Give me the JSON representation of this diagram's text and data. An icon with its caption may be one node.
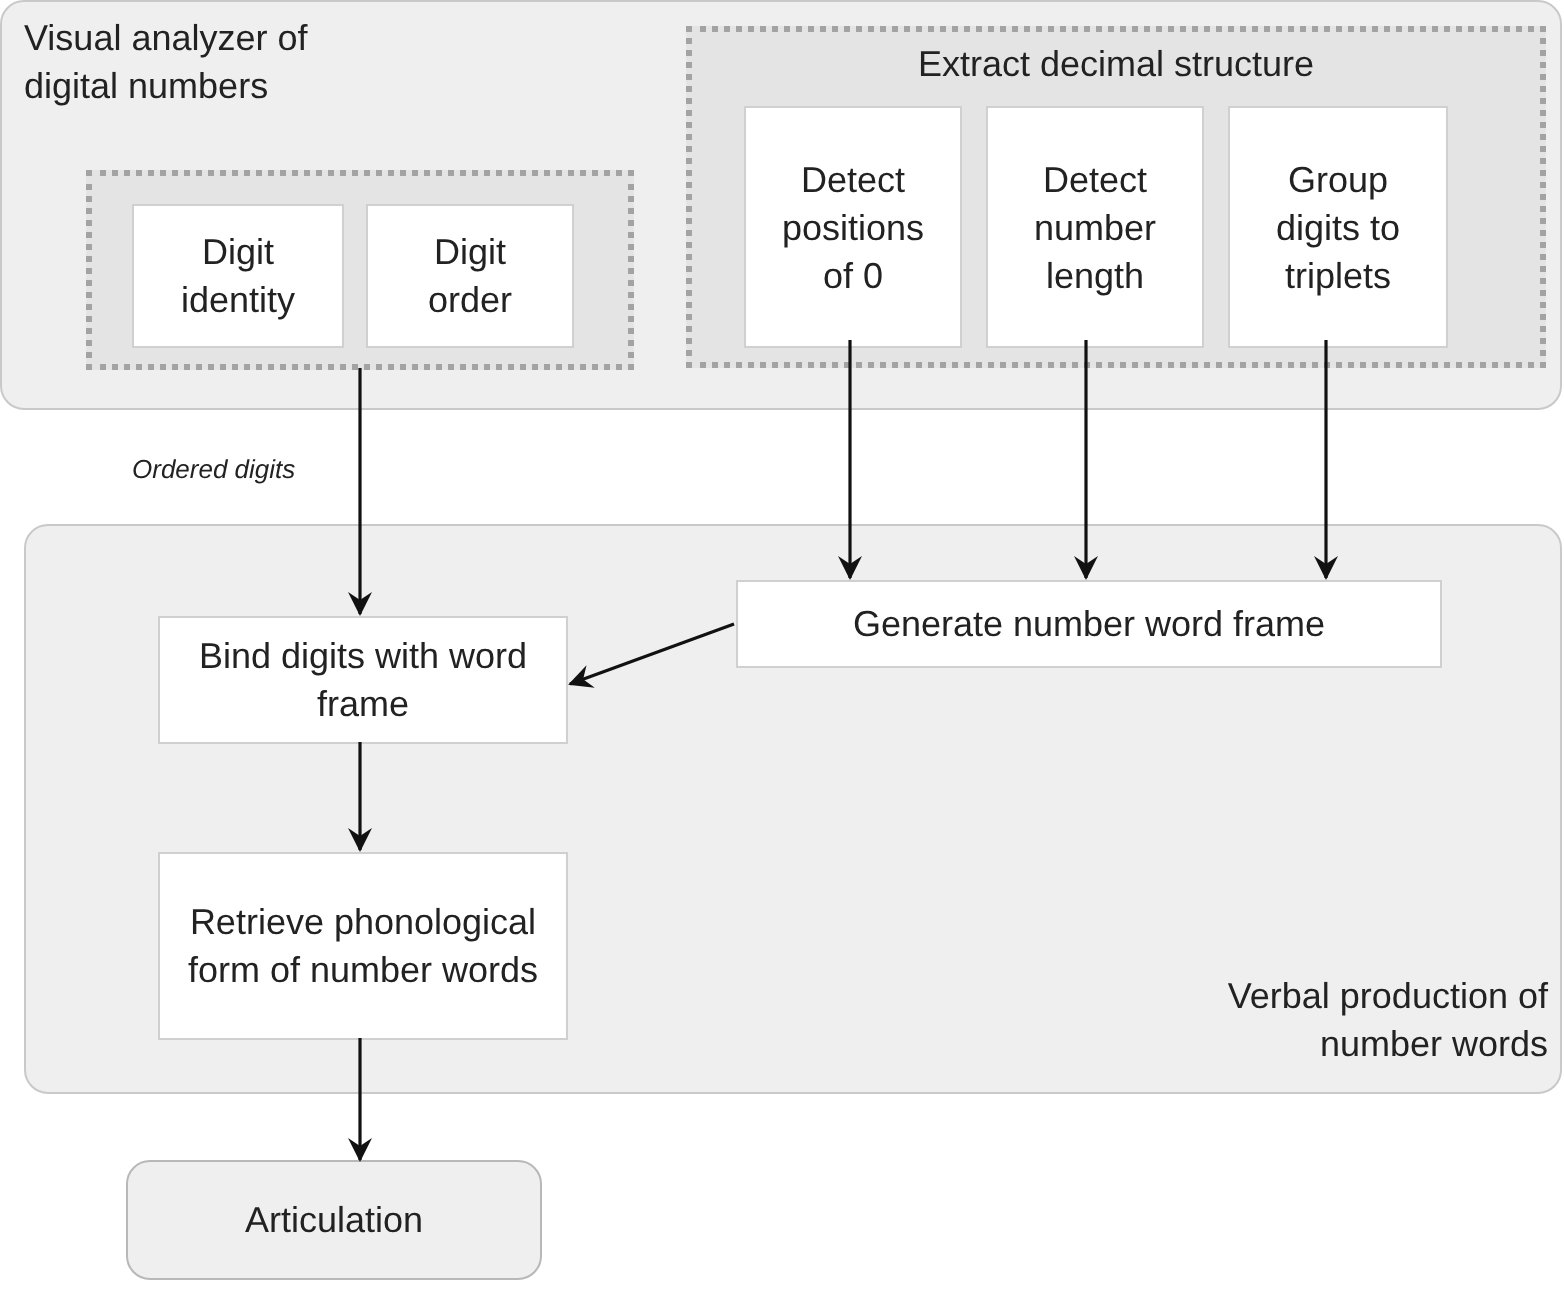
{
  "diagram": {
    "nodes": [
      {
        "text": [
          "Visual analyzer of digital numbers"
        ]
      },
      {
        "text": [],
        "shape": "box",
        "in": 0
      },
      {
        "text": [
          "Digit identity"
        ],
        "in": 1
      },
      {
        "text": [
          "Digit order"
        ],
        "in": 1
      },
      {
        "text": [
          "Extract decimal structure"
        ],
        "in": 0
      },
      {
        "text": [
          "Detect positions of 0"
        ],
        "in": 4
      },
      {
        "text": [
          "Detect number length"
        ],
        "in": 4
      },
      {
        "text": [
          "Group digits to triplets"
        ],
        "in": 4
      },
      {
        "text": [
          "Verbal production of number words"
        ]
      },
      {
        "text": [
          "Generate number word frame"
        ],
        "in": 8
      },
      {
        "text": [
          "Bind digits with word frame"
        ],
        "in": 8
      },
      {
        "text": [
          "Retrieve phonological form of number words"
        ],
        "in": 8
      },
      {
        "text": [
          "Articulation"
        ]
      }
    ],
    "edges": [
      {
        "from": 1,
        "to": 10,
        "arrow": "to",
        "label": "Ordered digits"
      },
      {
        "from": 5,
        "to": 9,
        "arrow": "to"
      },
      {
        "from": 6,
        "to": 9,
        "arrow": "to"
      },
      {
        "from": 7,
        "to": 9,
        "arrow": "to"
      },
      {
        "from": 9,
        "to": 10,
        "arrow": "to"
      },
      {
        "from": 10,
        "to": 11,
        "arrow": "to"
      },
      {
        "from": 11,
        "to": 12,
        "arrow": "to"
      }
    ]
  }
}
